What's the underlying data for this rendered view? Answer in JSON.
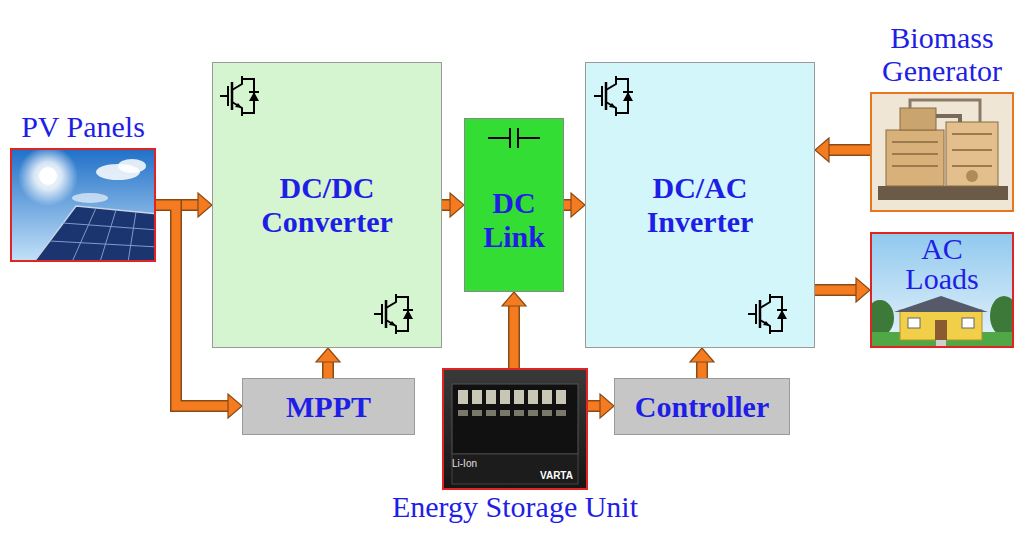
{
  "diagram": {
    "nodes": [
      {
        "text": [
          "PV Panels"
        ]
      },
      {
        "text": [
          "DC/DC Converter"
        ]
      },
      {
        "text": [
          "DC Link"
        ]
      },
      {
        "text": [
          "DC/AC Inverter"
        ]
      },
      {
        "text": [
          "Biomass Generator"
        ]
      },
      {
        "text": [
          "AC Loads"
        ]
      },
      {
        "text": [
          "MPPT"
        ]
      },
      {
        "text": [
          "Energy Storage Unit"
        ]
      },
      {
        "text": [
          "Controller"
        ]
      }
    ],
    "edges": [
      {
        "from": 0,
        "to": 1,
        "arrow": "to"
      },
      {
        "from": 0,
        "to": 6,
        "arrow": "to"
      },
      {
        "from": 6,
        "to": 1,
        "arrow": "to"
      },
      {
        "from": 1,
        "to": 2,
        "arrow": "to"
      },
      {
        "from": 2,
        "to": 3,
        "arrow": "to"
      },
      {
        "from": 4,
        "to": 3,
        "arrow": "to"
      },
      {
        "from": 3,
        "to": 5,
        "arrow": "to"
      },
      {
        "from": 7,
        "to": 2,
        "arrow": "to"
      },
      {
        "from": 7,
        "to": 8,
        "arrow": "to"
      },
      {
        "from": 8,
        "to": 3,
        "arrow": "to"
      }
    ],
    "labels": [
      "Li-Ion",
      "VARTA"
    ]
  }
}
